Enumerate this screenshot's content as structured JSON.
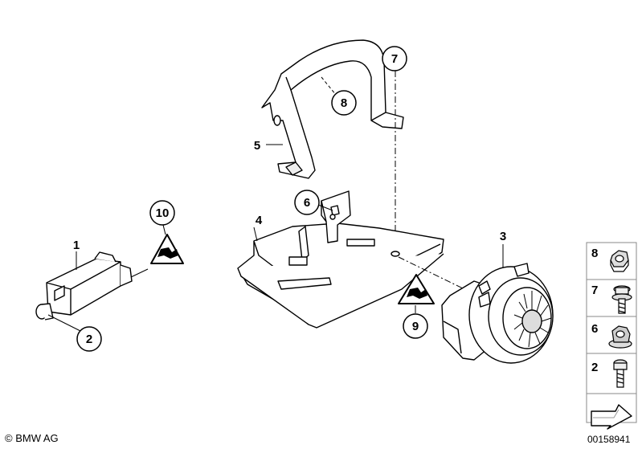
{
  "diagram": {
    "callouts": {
      "c1": "1",
      "c2": "2",
      "c3": "3",
      "c4": "4",
      "c5": "5",
      "c6": "6",
      "c7": "7",
      "c8": "8",
      "c9": "9",
      "c10": "10"
    },
    "side_panel": {
      "items": [
        {
          "number": "8",
          "icon": "nut-icon"
        },
        {
          "number": "7",
          "icon": "flange-bolt-icon"
        },
        {
          "number": "6",
          "icon": "flange-nut-icon"
        },
        {
          "number": "2",
          "icon": "screw-icon"
        }
      ]
    }
  },
  "footer": {
    "copyright": "© BMW AG",
    "image_number": "00158941"
  }
}
